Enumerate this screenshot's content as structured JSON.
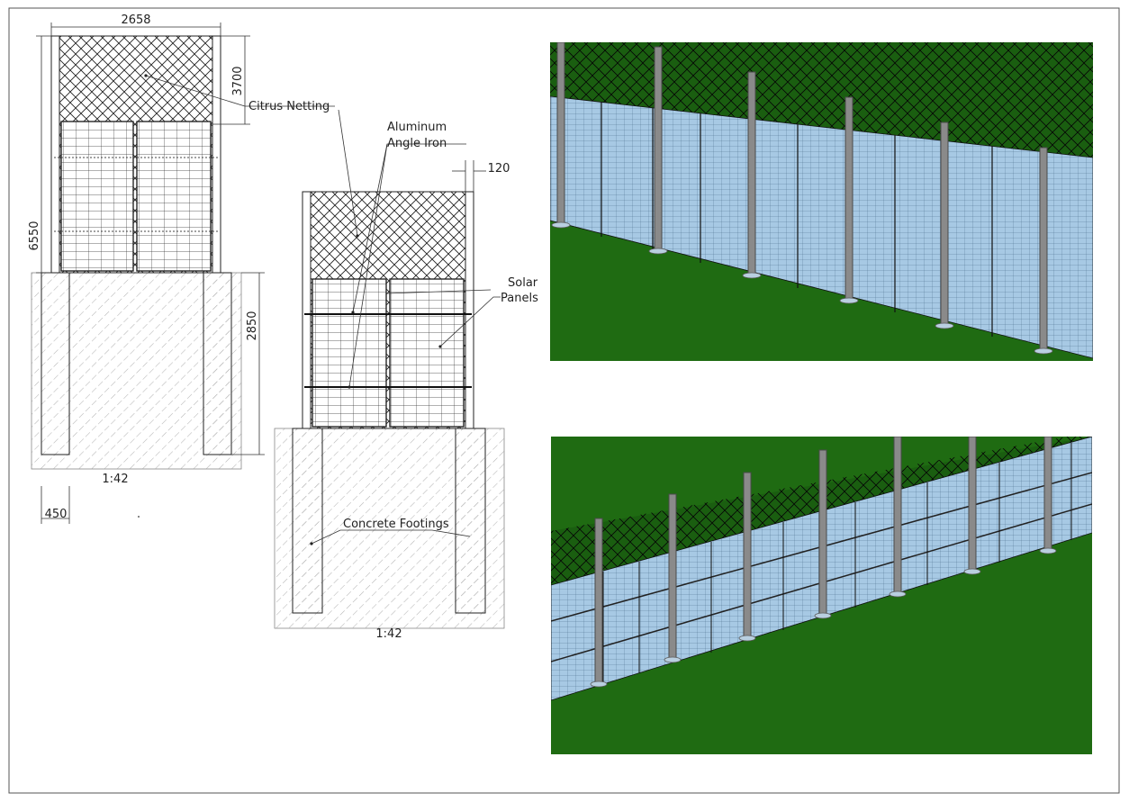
{
  "drawing": {
    "dimensions": {
      "width_top": "2658",
      "netting_height": "3700",
      "total_height": "6550",
      "footing_depth": "2850",
      "footing_width": "450",
      "angle_offset": "120"
    },
    "labels": {
      "citrus_netting": "Citrus Netting",
      "aluminum_line1": "Aluminum",
      "aluminum_line2": "Angle Iron",
      "solar_line1": "Solar",
      "solar_line2": "Panels",
      "concrete_footings": "Concrete Footings"
    },
    "scales": {
      "left_view": "1:42",
      "right_view": "1:42"
    }
  },
  "renders": {
    "colors": {
      "ground": "#1f6b12",
      "panel": "#a7c9e4",
      "post": "#8a8a8a",
      "mesh": "#0a0a0a"
    }
  }
}
